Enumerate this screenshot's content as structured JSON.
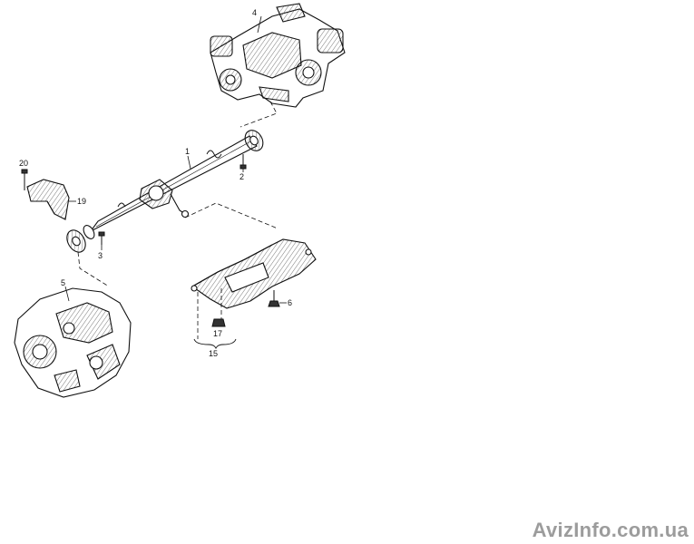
{
  "callouts": {
    "c1": "1",
    "c2": "2",
    "c3": "3",
    "c4": "4",
    "c5": "5",
    "c6": "6",
    "c15": "15",
    "c17": "17",
    "c19": "19",
    "c20": "20"
  },
  "watermark": "AvizInfo.com.ua"
}
